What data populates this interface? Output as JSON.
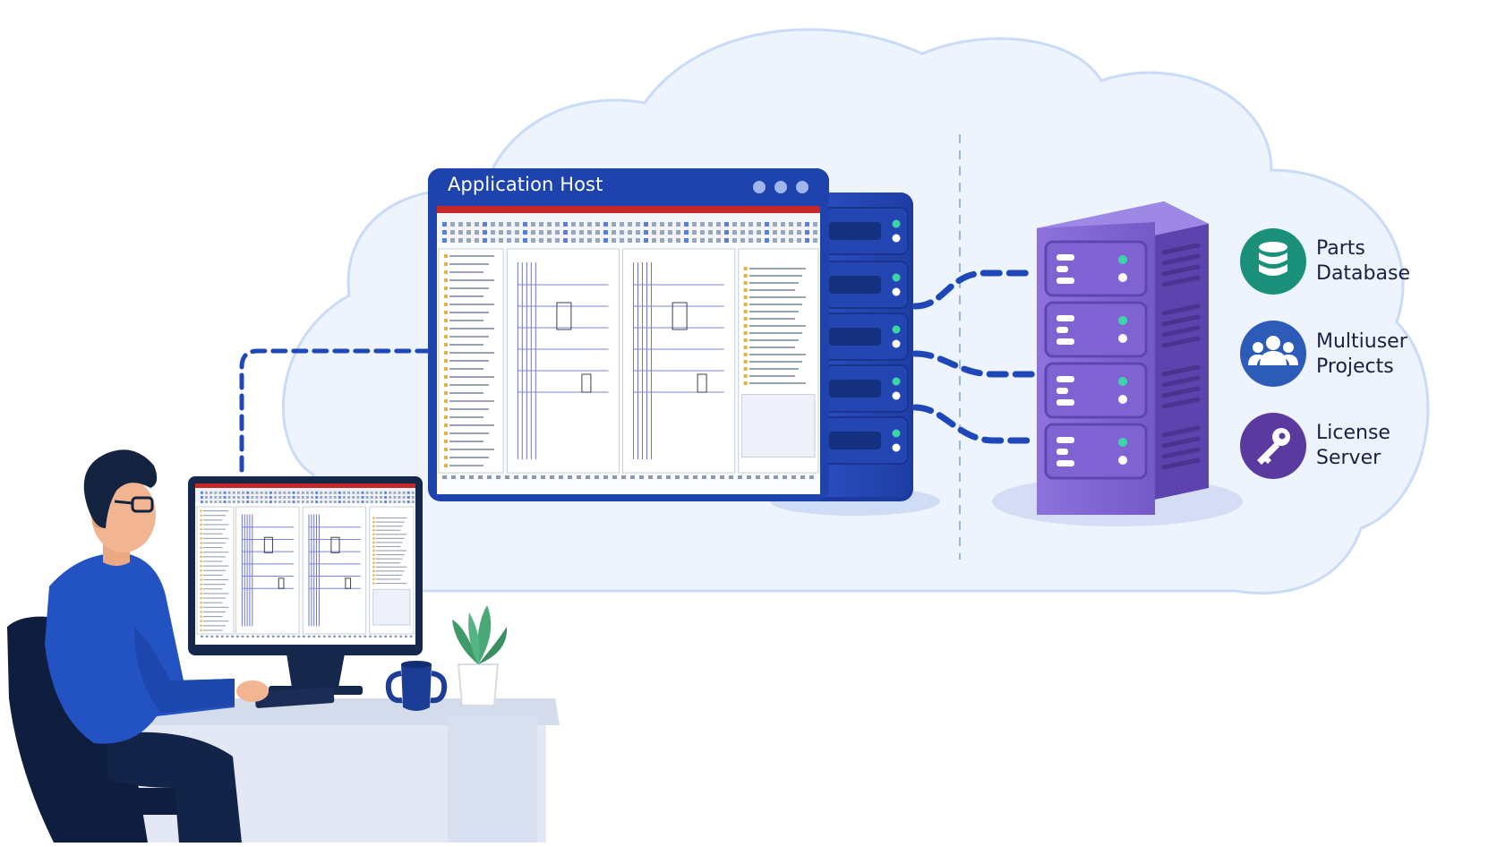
{
  "app_host": {
    "title": "Application Host",
    "window_controls": [
      "dot",
      "dot",
      "dot"
    ]
  },
  "services": [
    {
      "line1": "Parts",
      "line2": "Database",
      "icon": "database-icon",
      "color": "#1a8f7a"
    },
    {
      "line1": "Multiuser",
      "line2": "Projects",
      "icon": "users-icon",
      "color": "#2d5bb8"
    },
    {
      "line1": "License",
      "line2": "Server",
      "icon": "key-icon",
      "color": "#5b3aa0"
    }
  ],
  "colors": {
    "cloud_fill": "#eef4fd",
    "cloud_stroke": "#c9dbf6",
    "blue_server": "#2f52c7",
    "purple_server": "#7b5fd0",
    "connector": "#1f47b8",
    "person_shirt": "#2352c2",
    "person_hair": "#142440",
    "plant": "#3f9a6a"
  }
}
